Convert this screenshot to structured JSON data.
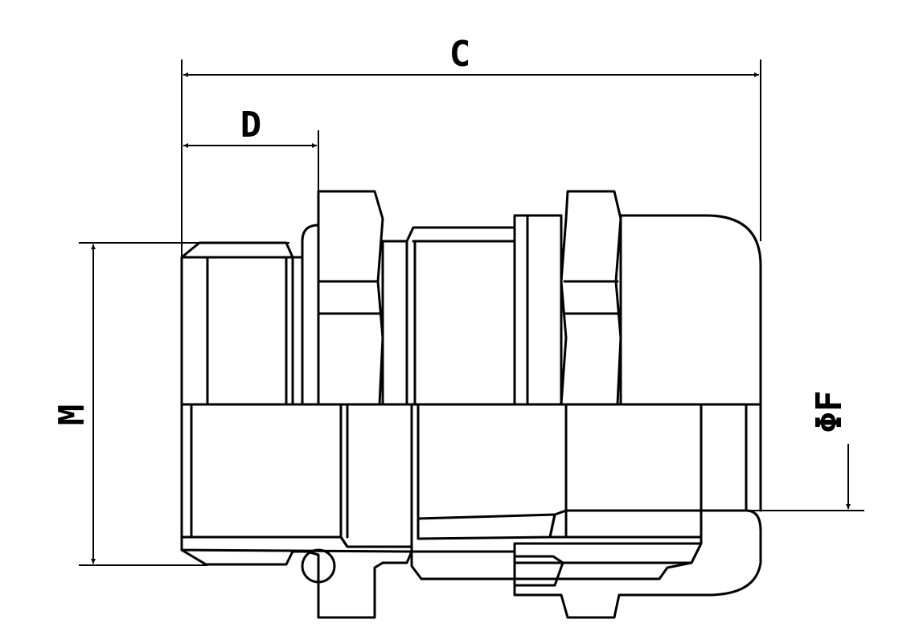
{
  "dimensions": {
    "overall_length": "C",
    "thread_length": "D",
    "thread_diameter": "M",
    "cable_diameter": "ΦF"
  },
  "colors": {
    "line": "#000000",
    "background": "#ffffff"
  }
}
